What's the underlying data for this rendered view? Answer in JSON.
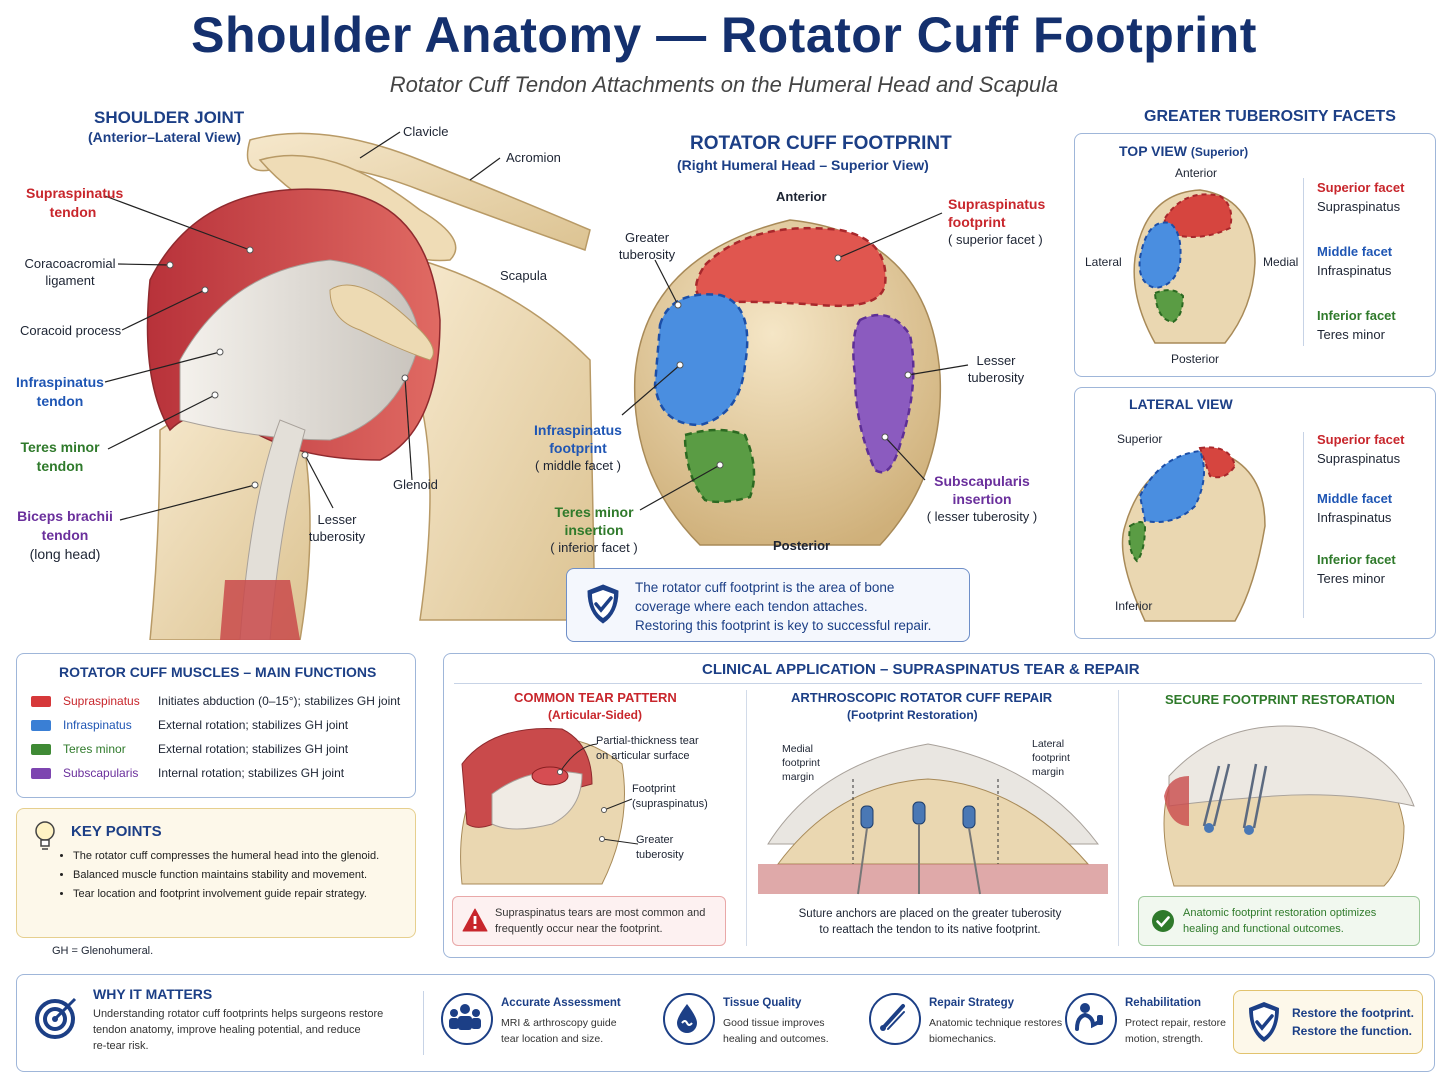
{
  "header": {
    "title": "Shoulder Anatomy — Rotator Cuff Footprint",
    "subtitle": "Rotator Cuff Tendon Attachments on the Humeral Head and Scapula"
  },
  "joint": {
    "title": "SHOULDER JOINT",
    "view": "(Anterior–Lateral View)",
    "labels": {
      "clavicle": "Clavicle",
      "acromion": "Acromion",
      "scapula": "Scapula",
      "supraspinatus_1": "Supraspinatus",
      "supraspinatus_2": "tendon",
      "coracoacromial_1": "Coracoacromial",
      "coracoacromial_2": "ligament",
      "coracoid": "Coracoid process",
      "infraspinatus_1": "Infraspinatus",
      "infraspinatus_2": "tendon",
      "teres_1": "Teres minor",
      "teres_2": "tendon",
      "biceps_1": "Biceps brachii",
      "biceps_2": "tendon",
      "biceps_3": "(long head)",
      "glenoid": "Glenoid",
      "lesser_1": "Lesser",
      "lesser_2": "tuberosity"
    }
  },
  "footprint": {
    "title": "ROTATOR CUFF FOOTPRINT",
    "view": "(Right Humeral Head – Superior View)",
    "anterior": "Anterior",
    "posterior": "Posterior",
    "greater_1": "Greater",
    "greater_2": "tuberosity",
    "supra_1": "Supraspinatus",
    "supra_2": "footprint",
    "supra_3": "( superior facet )",
    "infra_1": "Infraspinatus",
    "infra_2": "footprint",
    "infra_3": "( middle facet )",
    "teres_1": "Teres minor",
    "teres_2": "insertion",
    "teres_3": "( inferior facet )",
    "lesser_1": "Lesser",
    "lesser_2": "tuberosity",
    "subscap_1": "Subscapularis",
    "subscap_2": "insertion",
    "subscap_3": "( lesser tuberosity )",
    "note_1": "The rotator cuff footprint is the area of bone",
    "note_2": "coverage where each tendon attaches.",
    "note_3": "Restoring this footprint is key to successful repair."
  },
  "facets": {
    "title": "GREATER TUBEROSITY FACETS",
    "top": {
      "title": "TOP VIEW",
      "title_small": "(Superior)",
      "anterior": "Anterior",
      "posterior": "Posterior",
      "lateral": "Lateral",
      "medial": "Medial",
      "superior_facet": "Superior facet",
      "superior_muscle": "Supraspinatus",
      "middle_facet": "Middle facet",
      "middle_muscle": "Infraspinatus",
      "inferior_facet": "Inferior facet",
      "inferior_muscle": "Teres minor"
    },
    "lateral": {
      "title": "LATERAL VIEW",
      "superior": "Superior",
      "inferior": "Inferior",
      "superior_facet": "Superior facet",
      "superior_muscle": "Supraspinatus",
      "middle_facet": "Middle facet",
      "middle_muscle": "Infraspinatus",
      "inferior_facet": "Inferior facet",
      "inferior_muscle": "Teres minor"
    }
  },
  "muscles": {
    "title": "ROTATOR CUFF MUSCLES – MAIN FUNCTIONS",
    "rows": [
      {
        "name": "Supraspinatus",
        "fn": "Initiates abduction (0–15°); stabilizes GH joint",
        "color": "#d6383a"
      },
      {
        "name": "Infraspinatus",
        "fn": "External rotation; stabilizes GH joint",
        "color": "#3a7fd5"
      },
      {
        "name": "Teres minor",
        "fn": "External rotation; stabilizes GH joint",
        "color": "#3f8a35"
      },
      {
        "name": "Subscapularis",
        "fn": "Internal rotation; stabilizes GH joint",
        "color": "#7d45b0"
      }
    ]
  },
  "key_points": {
    "title": "KEY POINTS",
    "items": [
      "The rotator cuff compresses the humeral head into the glenoid.",
      "Balanced muscle function maintains stability and movement.",
      "Tear location and footprint involvement guide repair strategy."
    ],
    "footnote": "GH = Glenohumeral."
  },
  "clinical": {
    "title": "CLINICAL APPLICATION – SUPRASPINATUS TEAR & REPAIR",
    "tear": {
      "title": "COMMON TEAR PATTERN",
      "sub": "(Articular-Sided)",
      "partial_1": "Partial-thickness tear",
      "partial_2": "on articular surface",
      "footprint_1": "Footprint",
      "footprint_2": "(supraspinatus)",
      "greater_1": "Greater",
      "greater_2": "tuberosity",
      "warn_1": "Supraspinatus tears are most common and",
      "warn_2": "frequently occur near the footprint."
    },
    "repair": {
      "title": "ARTHROSCOPIC ROTATOR CUFF REPAIR",
      "sub": "(Footprint Restoration)",
      "medial_1": "Medial",
      "medial_2": "footprint",
      "medial_3": "margin",
      "lateral_1": "Lateral",
      "lateral_2": "footprint",
      "lateral_3": "margin",
      "note_1": "Suture anchors are placed on the greater tuberosity",
      "note_2": "to reattach the tendon to its native footprint."
    },
    "secure": {
      "title": "SECURE FOOTPRINT RESTORATION",
      "note_1": "Anatomic footprint restoration optimizes",
      "note_2": "healing and functional outcomes."
    }
  },
  "why": {
    "title": "WHY IT MATTERS",
    "text_1": "Understanding rotator cuff footprints helps surgeons restore",
    "text_2": "tendon anatomy, improve healing potential, and reduce",
    "text_3": "re-tear risk.",
    "items": [
      {
        "title": "Accurate Assessment",
        "d1": "MRI & arthroscopy guide",
        "d2": "tear location and size."
      },
      {
        "title": "Tissue Quality",
        "d1": "Good tissue improves",
        "d2": "healing and outcomes."
      },
      {
        "title": "Repair Strategy",
        "d1": "Anatomic technique restores",
        "d2": "biomechanics."
      },
      {
        "title": "Rehabilitation",
        "d1": "Protect repair, restore",
        "d2": "motion, strength."
      }
    ],
    "badge_1": "Restore the footprint.",
    "badge_2": "Restore the function."
  },
  "colors": {
    "navy": "#1c3f86",
    "supraspinatus": "#d6383a",
    "infraspinatus": "#3a7fd5",
    "teres_minor": "#3f8a35",
    "subscapularis": "#7d45b0",
    "bone": "#ead7b1"
  }
}
